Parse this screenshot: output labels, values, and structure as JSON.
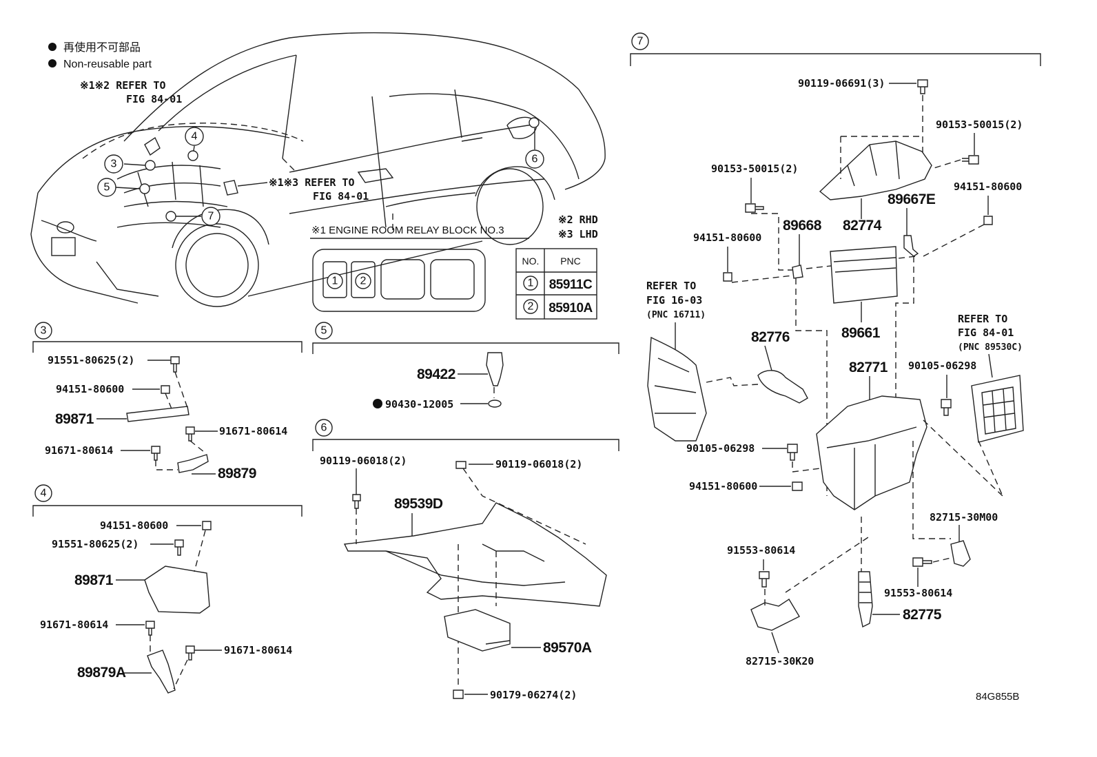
{
  "legend": {
    "jp_text": "再使用不可部品",
    "en_text": "Non-reusable part"
  },
  "notes": {
    "ref_top_1": "※1※2 REFER TO",
    "ref_top_2": "FIG 84-01",
    "ref_mid_1": "※1※3 REFER TO",
    "ref_mid_2": "FIG 84-01",
    "relay_title": "※1 ENGINE ROOM RELAY BLOCK NO.3",
    "rhd": "※2 RHD",
    "lhd": "※3 LHD"
  },
  "car_callouts": [
    "3",
    "4",
    "5",
    "6",
    "7"
  ],
  "relay_block": {
    "slot1": "1",
    "slot2": "2"
  },
  "pnc_table": {
    "header_no": "NO.",
    "header_pnc": "PNC",
    "rows": [
      {
        "no": "1",
        "pnc": "85911C"
      },
      {
        "no": "2",
        "pnc": "85910A"
      }
    ]
  },
  "section3": {
    "num": "3",
    "l1": "91551-80625(2)",
    "l2": "94151-80600",
    "l3": "89871",
    "l4": "91671-80614",
    "l5": "91671-80614",
    "l6": "89879"
  },
  "section4": {
    "num": "4",
    "l1": "94151-80600",
    "l2": "91551-80625(2)",
    "l3": "89871",
    "l4": "91671-80614",
    "l5": "91671-80614",
    "l6": "89879A"
  },
  "section5": {
    "num": "5",
    "l1": "89422",
    "l2": "90430-12005"
  },
  "section6": {
    "num": "6",
    "l1": "90119-06018(2)",
    "l2": "90119-06018(2)",
    "l3": "89539D",
    "l4": "89570A",
    "l5": "90179-06274(2)"
  },
  "section7": {
    "num": "7",
    "l01": "90119-06691(3)",
    "l02": "90153-50015(2)",
    "l03": "90153-50015(2)",
    "l04": "94151-80600",
    "l05": "89667E",
    "l06": "82774",
    "l07": "89668",
    "l08": "94151-80600",
    "l09": "89661",
    "l10": "REFER TO",
    "l11": "FIG 16-03",
    "l12": "(PNC 16711)",
    "l13": "82776",
    "l14": "82771",
    "l15": "REFER TO",
    "l16": "FIG 84-01",
    "l17": "(PNC 89530C)",
    "l18": "90105-06298",
    "l19": "90105-06298",
    "l20": "94151-80600",
    "l21": "82715-30M00",
    "l22": "91553-80614",
    "l23": "91553-80614",
    "l24": "82775",
    "l25": "82715-30K20"
  },
  "figure_code": "84G855B"
}
